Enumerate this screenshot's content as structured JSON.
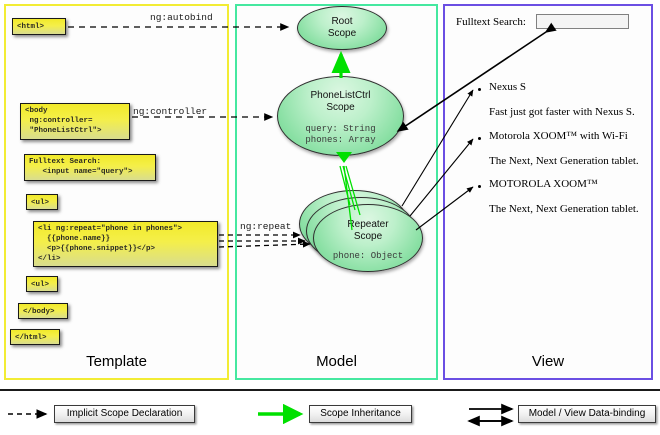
{
  "panels": {
    "template": {
      "label": "Template",
      "border_color": "#f2ec34"
    },
    "model": {
      "label": "Model",
      "border_color": "#45e8a0"
    },
    "view": {
      "label": "View",
      "border_color": "#6b4fe3"
    }
  },
  "template_boxes": [
    {
      "id": "html-open",
      "text": "<html>"
    },
    {
      "id": "body-open",
      "text": "<body\n ng:controller=\n \"PhoneListCtrl\">"
    },
    {
      "id": "search",
      "text": "Fulltext Search:\n   <input name=\"query\">"
    },
    {
      "id": "ul-open",
      "text": "<ul>"
    },
    {
      "id": "li-repeat",
      "text": "<li ng:repeat=\"phone in phones\">\n  {{phone.name}}\n  <p>{{phone.snippet}}</p>\n</li>"
    },
    {
      "id": "ul-close",
      "text": "<ul>"
    },
    {
      "id": "body-close",
      "text": "</body>"
    },
    {
      "id": "html-close",
      "text": "</html>"
    }
  ],
  "scopes": [
    {
      "id": "root-scope",
      "title_line1": "Root",
      "title_line2": "Scope",
      "props": []
    },
    {
      "id": "phonelistctrl-scope",
      "title_line1": "PhoneListCtrl",
      "title_line2": "Scope",
      "props": [
        {
          "text": "query: String",
          "emphasis": true
        },
        {
          "text": "phones: Array",
          "emphasis": false
        }
      ]
    },
    {
      "id": "repeater-scope",
      "title_line1": "Repeater",
      "title_line2": "Scope",
      "props": [
        {
          "text": "phone: Object",
          "emphasis": false
        }
      ]
    }
  ],
  "edge_labels": [
    {
      "id": "ng-autobind",
      "text": "ng:autobind"
    },
    {
      "id": "ng-controller",
      "text": "ng:controller"
    },
    {
      "id": "ng-repeat",
      "text": "ng:repeat"
    }
  ],
  "view": {
    "search_label": "Fulltext Search:",
    "search_input_value": "",
    "search_input_placeholder": "",
    "phones": [
      {
        "name": "Nexus S",
        "snippet": "Fast just got faster with Nexus S."
      },
      {
        "name": "Motorola XOOM™  with Wi-Fi",
        "snippet": "The Next, Next Generation tablet."
      },
      {
        "name": "MOTOROLA XOOM™",
        "snippet": "The Next, Next Generation tablet."
      }
    ]
  },
  "legend": [
    {
      "id": "implicit-scope-declaration",
      "label": "Implicit Scope Declaration",
      "marker": "dashed-arrow",
      "color": "#000000"
    },
    {
      "id": "scope-inheritance",
      "label": "Scope Inheritance",
      "marker": "green-arrow",
      "color": "#00e000"
    },
    {
      "id": "model-view-data-binding",
      "label": "Model / View Data-binding",
      "marker": "double-arrow",
      "color": "#000000"
    }
  ]
}
